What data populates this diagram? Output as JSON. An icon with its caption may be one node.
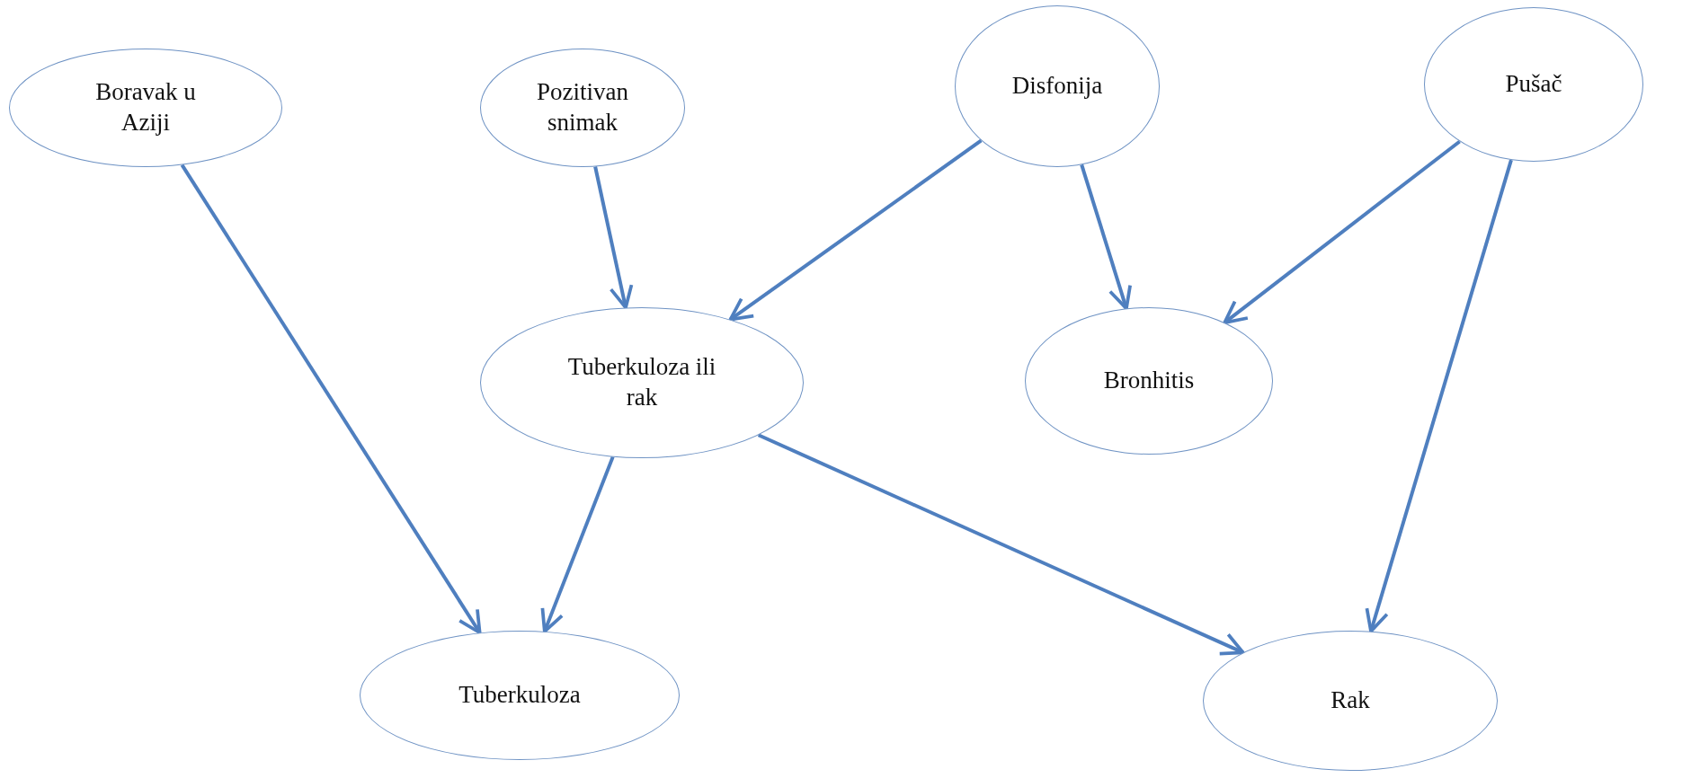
{
  "diagram": {
    "nodes": [
      {
        "text": [
          "Boravak u Aziji"
        ]
      },
      {
        "text": [
          "Pozitivan snimak"
        ]
      },
      {
        "text": [
          "Disfonija"
        ]
      },
      {
        "text": [
          "Pušač"
        ]
      },
      {
        "text": [
          "Tuberkuloza ili rak"
        ]
      },
      {
        "text": [
          "Bronhitis"
        ]
      },
      {
        "text": [
          "Tuberkuloza"
        ]
      },
      {
        "text": [
          "Rak"
        ]
      }
    ],
    "edges": [
      {
        "from": 0,
        "to": 6,
        "arrow": "to"
      },
      {
        "from": 1,
        "to": 4,
        "arrow": "to"
      },
      {
        "from": 2,
        "to": 4,
        "arrow": "to"
      },
      {
        "from": 2,
        "to": 5,
        "arrow": "to"
      },
      {
        "from": 3,
        "to": 5,
        "arrow": "to"
      },
      {
        "from": 3,
        "to": 7,
        "arrow": "to"
      },
      {
        "from": 4,
        "to": 6,
        "arrow": "to"
      },
      {
        "from": 4,
        "to": 7,
        "arrow": "to"
      }
    ]
  }
}
